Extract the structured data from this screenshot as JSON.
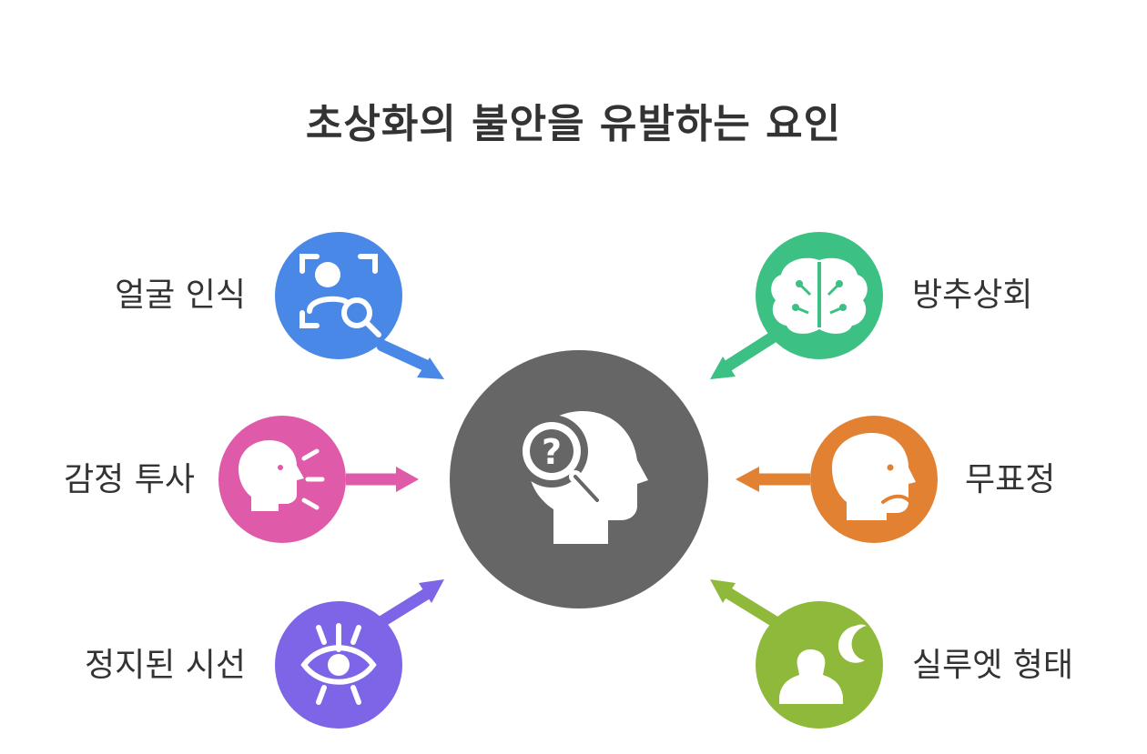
{
  "title": "초상화의 불안을 유발하는 요인",
  "center": {
    "icon": "head-question-magnifier-icon",
    "color": "#666666"
  },
  "factors": [
    {
      "id": "face-recognition",
      "label": "얼굴 인식",
      "icon": "face-scan-search-icon",
      "color": "#4A88E8"
    },
    {
      "id": "emotion-projection",
      "label": "감정 투사",
      "icon": "head-speaking-icon",
      "color": "#DF5BAA"
    },
    {
      "id": "static-gaze",
      "label": "정지된 시선",
      "icon": "eye-icon",
      "color": "#7E64E6"
    },
    {
      "id": "pareidolia",
      "label": "방추상회",
      "icon": "brain-icon",
      "color": "#3DC083"
    },
    {
      "id": "expressionless",
      "label": "무표정",
      "icon": "frowning-head-icon",
      "color": "#E28132"
    },
    {
      "id": "silhouette",
      "label": "실루엣 형태",
      "icon": "silhouette-person-icon",
      "color": "#8EB93A"
    }
  ]
}
